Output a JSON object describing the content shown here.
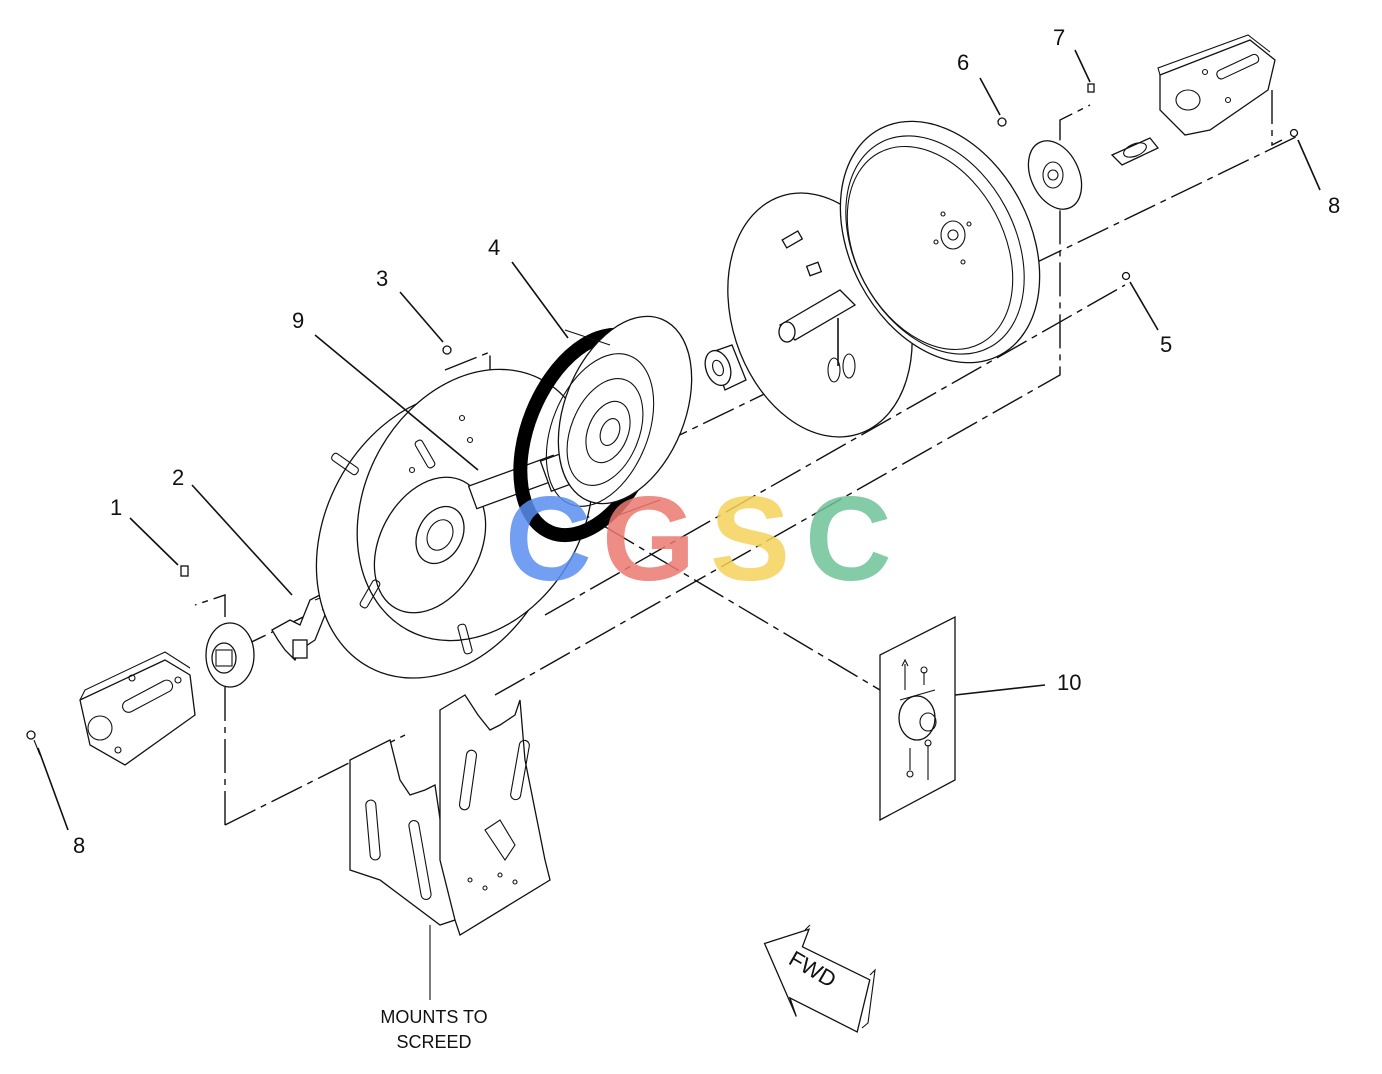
{
  "callouts": {
    "c1": "1",
    "c2": "2",
    "c3": "3",
    "c4": "4",
    "c5": "5",
    "c6": "6",
    "c7": "7",
    "c8_right": "8",
    "c8_left": "8",
    "c9": "9",
    "c10": "10"
  },
  "notes": {
    "mounts_line1": "MOUNTS TO",
    "mounts_line2": "SCREED",
    "fwd": "FWD"
  },
  "watermark": {
    "letters": [
      "C",
      "G",
      "S",
      "C"
    ],
    "colors": [
      "#5b8ff0",
      "#ec7a70",
      "#f6d35c",
      "#6fc29a"
    ]
  }
}
